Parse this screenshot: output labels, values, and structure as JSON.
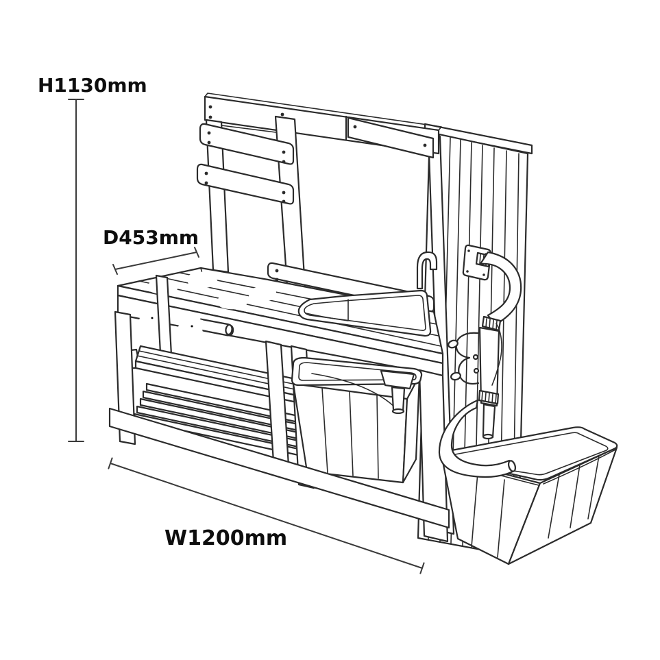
{
  "figure": {
    "subject": "Wooden mud kitchen play unit with hand water pump, storage tub and bucket — dimension line drawing"
  },
  "dimensions": {
    "height": {
      "label": "H1130mm",
      "value_mm": 1130
    },
    "depth": {
      "label": "D453mm",
      "value_mm": 453
    },
    "width": {
      "label": "W1200mm",
      "value_mm": 1200
    }
  },
  "colors": {
    "background": "#ffffff",
    "line": "#2b2b2b",
    "label_text": "#0e0e0e"
  }
}
